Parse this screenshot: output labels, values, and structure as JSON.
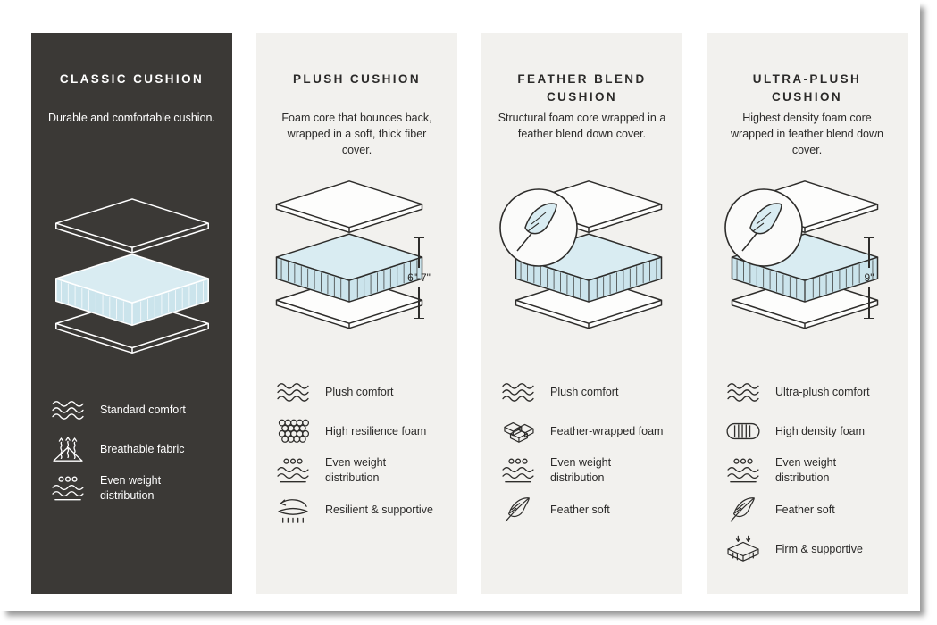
{
  "page": {
    "background": "#ffffff",
    "panel_light": "#f2f1ee",
    "panel_dark": "#3b3936",
    "line_dark": "#2e2d2b",
    "line_light": "#ffffff",
    "cushion_core_fill": "#d9ecf2"
  },
  "columns": [
    {
      "title": "CLASSIC CUSHION",
      "description": "Durable and comfortable cushion.",
      "dimension": "",
      "illustration": "layered-cushion",
      "features": [
        {
          "icon": "waves-icon",
          "label": "Standard comfort"
        },
        {
          "icon": "breathable-icon",
          "label": "Breathable fabric"
        },
        {
          "icon": "even-weight-icon",
          "label": "Even weight distribution"
        }
      ]
    },
    {
      "title": "PLUSH CUSHION",
      "description": "Foam core that bounces back, wrapped in a soft, thick fiber cover.",
      "dimension": "6\"-7\"",
      "illustration": "layered-cushion",
      "features": [
        {
          "icon": "waves-icon",
          "label": "Plush comfort"
        },
        {
          "icon": "foam-cells-icon",
          "label": "High resilience foam"
        },
        {
          "icon": "even-weight-icon",
          "label": "Even weight distribution"
        },
        {
          "icon": "spring-back-icon",
          "label": "Resilient & supportive"
        }
      ]
    },
    {
      "title": "FEATHER BLEND CUSHION",
      "description": "Structural foam core wrapped in a feather blend down cover.",
      "dimension": "",
      "illustration": "layered-cushion-with-feather",
      "features": [
        {
          "icon": "waves-icon",
          "label": "Plush comfort"
        },
        {
          "icon": "foam-bricks-icon",
          "label": "Feather-wrapped foam"
        },
        {
          "icon": "even-weight-icon",
          "label": "Even weight distribution"
        },
        {
          "icon": "feather-icon",
          "label": "Feather soft"
        }
      ]
    },
    {
      "title": "ULTRA-PLUSH CUSHION",
      "description": "Highest density foam core wrapped in feather blend down cover.",
      "dimension": "9\"",
      "illustration": "layered-cushion-with-feather",
      "features": [
        {
          "icon": "waves-icon",
          "label": "Ultra-plush comfort"
        },
        {
          "icon": "density-foam-icon",
          "label": "High density foam"
        },
        {
          "icon": "even-weight-icon",
          "label": "Even weight distribution"
        },
        {
          "icon": "feather-icon",
          "label": "Feather soft"
        },
        {
          "icon": "firm-support-icon",
          "label": "Firm & supportive"
        }
      ]
    }
  ]
}
